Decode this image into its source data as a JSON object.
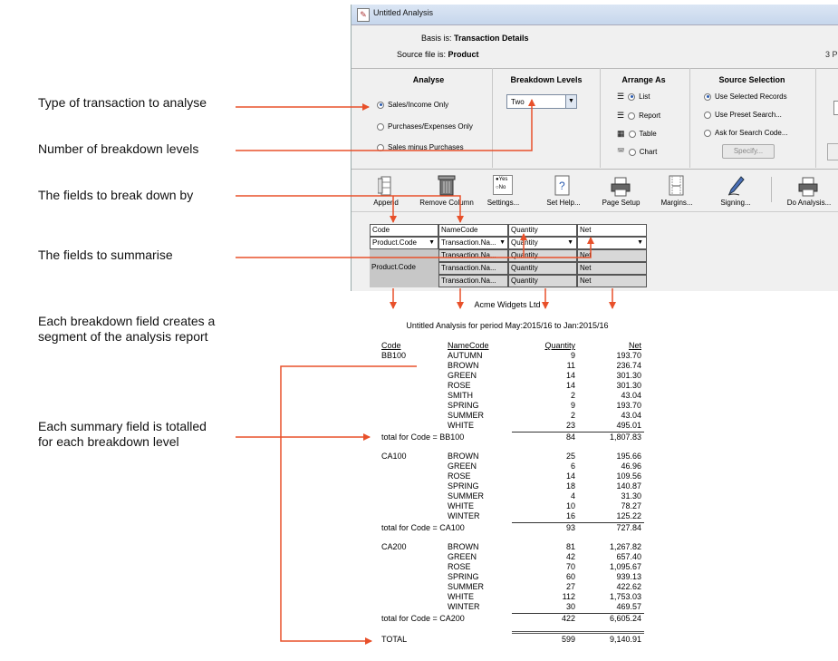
{
  "window": {
    "title": "Untitled Analysis",
    "basis_label": "Basis is:",
    "basis_value": "Transaction Details",
    "source_label": "Source file is:",
    "source_value": "Product",
    "edge_text": "3 P"
  },
  "analyse": {
    "heading": "Analyse",
    "options": [
      "Sales/Income Only",
      "Purchases/Expenses Only",
      "Sales minus Purchases"
    ],
    "selected": 0
  },
  "breakdown": {
    "heading": "Breakdown Levels",
    "value": "Two"
  },
  "arrange": {
    "heading": "Arrange As",
    "options": [
      "List",
      "Report",
      "Table",
      "Chart"
    ],
    "selected": 0
  },
  "source": {
    "heading": "Source Selection",
    "options": [
      "Use Selected Records",
      "Use Preset Search...",
      "Ask for Search Code..."
    ],
    "selected": 0,
    "specify_label": "Specify..."
  },
  "toolbar": {
    "append": "Append",
    "remove_column": "Remove Column",
    "settings": "Settings...",
    "set_help": "Set Help...",
    "page_setup": "Page Setup",
    "margins": "Margins...",
    "signing": "Signing...",
    "do_analysis": "Do Analysis...",
    "yes": "Yes",
    "no": "No"
  },
  "grid": {
    "headers": [
      "Code",
      "NameCode",
      "Quantity",
      "Net"
    ],
    "row1": [
      "Product.Code",
      "Transaction.Na...",
      "Quantity",
      ""
    ],
    "row2": [
      "",
      "Transaction.Na...",
      "Quantity",
      "Net"
    ],
    "row3": [
      "Product.Code",
      "Transaction.Na...",
      "Quantity",
      "Net"
    ],
    "row4": [
      "",
      "Transaction.Na...",
      "Quantity",
      "Net"
    ]
  },
  "callouts": {
    "type": "Type of transaction to analyse",
    "levels": "Number of breakdown levels",
    "fields_break": "The fields to break down by",
    "fields_sum": "The fields to summarise",
    "segment_1": "Each breakdown field creates a",
    "segment_2": "segment of the analysis report",
    "summary_1": "Each summary field is totalled",
    "summary_2": "for each breakdown level"
  },
  "report": {
    "company": "Acme Widgets Ltd",
    "title": "Untitled Analysis for period May:2015/16 to Jan:2015/16",
    "headers": [
      "Code",
      "NameCode",
      "Quantity",
      "Net"
    ],
    "groups": [
      {
        "code": "BB100",
        "rows": [
          [
            "AUTUMN",
            "9",
            "193.70"
          ],
          [
            "BROWN",
            "11",
            "236.74"
          ],
          [
            "GREEN",
            "14",
            "301.30"
          ],
          [
            "ROSE",
            "14",
            "301.30"
          ],
          [
            "SMITH",
            "2",
            "43.04"
          ],
          [
            "SPRING",
            "9",
            "193.70"
          ],
          [
            "SUMMER",
            "2",
            "43.04"
          ],
          [
            "WHITE",
            "23",
            "495.01"
          ]
        ],
        "total_label": "total for Code = BB100",
        "total_qty": "84",
        "total_net": "1,807.83"
      },
      {
        "code": "CA100",
        "rows": [
          [
            "BROWN",
            "25",
            "195.66"
          ],
          [
            "GREEN",
            "6",
            "46.96"
          ],
          [
            "ROSE",
            "14",
            "109.56"
          ],
          [
            "SPRING",
            "18",
            "140.87"
          ],
          [
            "SUMMER",
            "4",
            "31.30"
          ],
          [
            "WHITE",
            "10",
            "78.27"
          ],
          [
            "WINTER",
            "16",
            "125.22"
          ]
        ],
        "total_label": "total for Code = CA100",
        "total_qty": "93",
        "total_net": "727.84"
      },
      {
        "code": "CA200",
        "rows": [
          [
            "BROWN",
            "81",
            "1,267.82"
          ],
          [
            "GREEN",
            "42",
            "657.40"
          ],
          [
            "ROSE",
            "70",
            "1,095.67"
          ],
          [
            "SPRING",
            "60",
            "939.13"
          ],
          [
            "SUMMER",
            "27",
            "422.62"
          ],
          [
            "WHITE",
            "112",
            "1,753.03"
          ],
          [
            "WINTER",
            "30",
            "469.57"
          ]
        ],
        "total_label": "total for Code = CA200",
        "total_qty": "422",
        "total_net": "6,605.24"
      }
    ],
    "grand_label": "TOTAL",
    "grand_qty": "599",
    "grand_net": "9,140.91"
  },
  "colors": {
    "annotation_arrow": "#e8502a"
  }
}
